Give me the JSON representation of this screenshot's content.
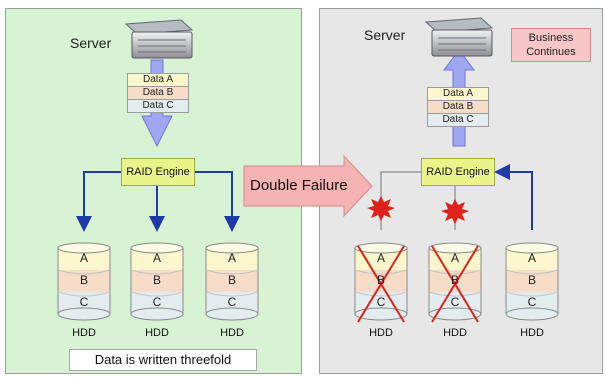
{
  "left": {
    "server_label": "Server",
    "data_items": [
      "Data A",
      "Data B",
      "Data C"
    ],
    "raid_label": "RAID Engine",
    "disks": [
      {
        "segments": [
          "A",
          "B",
          "C"
        ],
        "label": "HDD"
      },
      {
        "segments": [
          "A",
          "B",
          "C"
        ],
        "label": "HDD"
      },
      {
        "segments": [
          "A",
          "B",
          "C"
        ],
        "label": "HDD"
      }
    ],
    "footer_note": "Data is written threefold"
  },
  "transition": {
    "label": "Double Failure"
  },
  "right": {
    "server_label": "Server",
    "business_badge": [
      "Business",
      "Continues"
    ],
    "data_items": [
      "Data A",
      "Data B",
      "Data C"
    ],
    "raid_label": "RAID Engine",
    "disks": [
      {
        "segments": [
          "A",
          "B",
          "C"
        ],
        "label": "HDD",
        "failed": true
      },
      {
        "segments": [
          "A",
          "B",
          "C"
        ],
        "label": "HDD",
        "failed": true
      },
      {
        "segments": [
          "A",
          "B",
          "C"
        ],
        "label": "HDD",
        "failed": false
      }
    ]
  },
  "colors": {
    "left_bg": "#d8f2d4",
    "right_bg": "#e7e7e7",
    "arrow_blue": "#1f3aa8",
    "arrow_fill": "#9fa6f2",
    "raid_fill": "#e9f58a",
    "failure_red": "#e0201a",
    "double_failure_fill": "#f6b3b3"
  }
}
